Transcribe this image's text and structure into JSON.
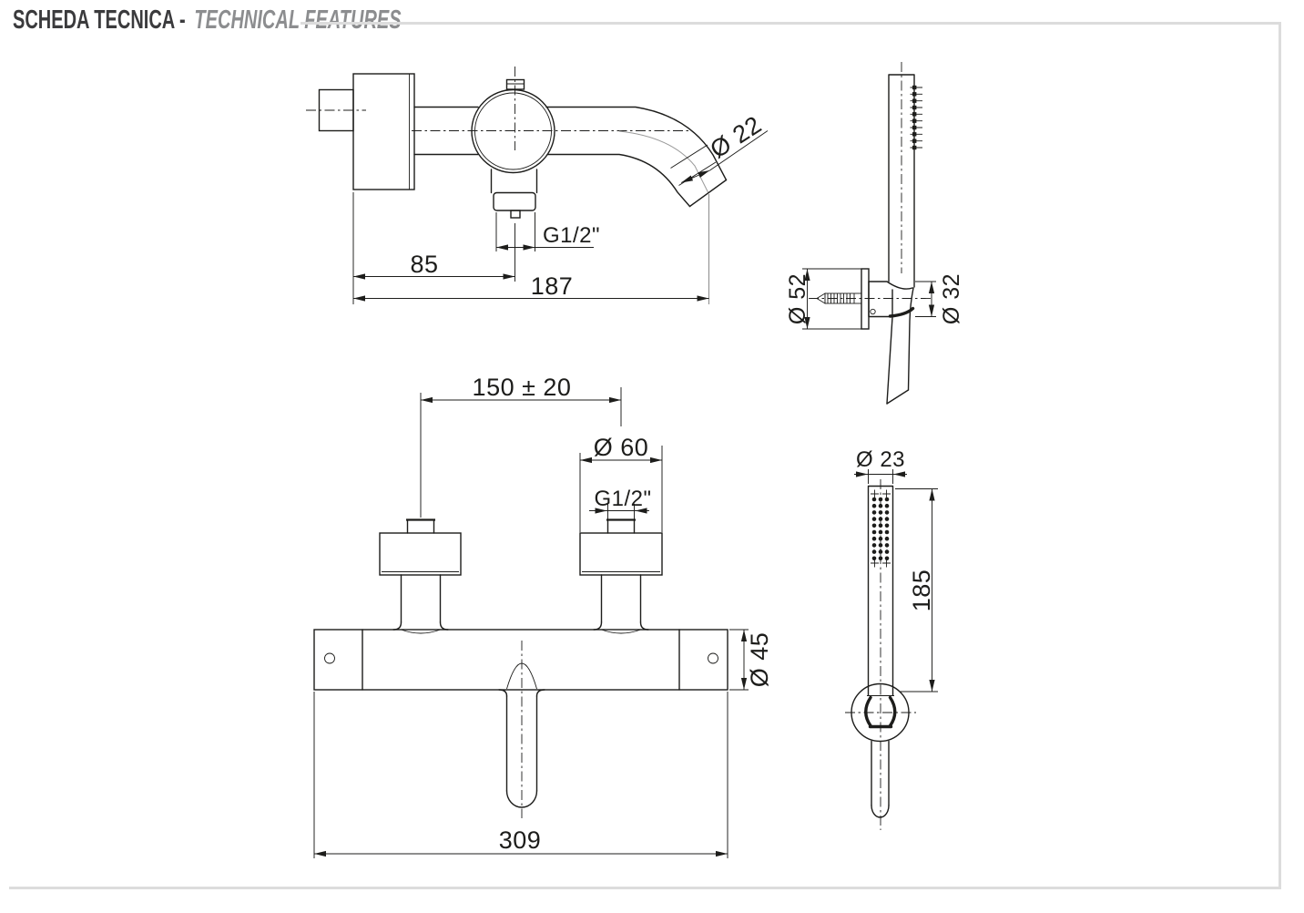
{
  "header": {
    "title_primary": "SCHEDA TECNICA -",
    "title_secondary": "TECHNICAL FEATURES"
  },
  "colors": {
    "drawing_line": "#1d1d1b",
    "title_primary": "#3b3b3d",
    "title_secondary": "#8c8d8f",
    "frame_gray": "#dcdcdc"
  },
  "drawings": {
    "wall_mixer_side": {
      "dims": {
        "spout_diameter": "Ø 22",
        "outlet_thread": "G1/2\"",
        "wall_to_outlet": "85",
        "wall_to_spout_end": "187"
      }
    },
    "hand_shower_bracket_side": {
      "dims": {
        "flange_diameter": "Ø 52",
        "holder_diameter": "Ø 32"
      }
    },
    "thermostatic_mixer_front": {
      "dims": {
        "centers_distance": "150 ± 20",
        "escutcheon_diameter": "Ø 60",
        "inlet_thread": "G1/2\"",
        "body_diameter": "Ø 45",
        "overall_width": "309"
      }
    },
    "hand_shower_front": {
      "dims": {
        "head_diameter": "Ø 23",
        "head_length": "185"
      }
    }
  }
}
